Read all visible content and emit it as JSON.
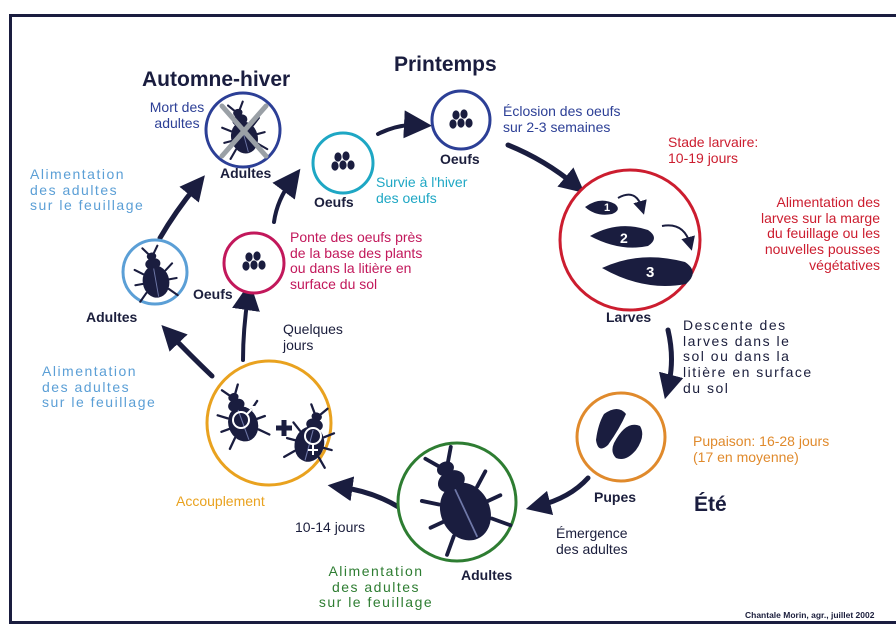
{
  "seasons": {
    "autumn_winter": "Automne-hiver",
    "spring": "Printemps",
    "summer": "Été"
  },
  "stages": {
    "adults_top": "Adultes",
    "eggs_winter": "Oeufs",
    "eggs_spring": "Oeufs",
    "eggs_laying": "Oeufs",
    "adults_left": "Adultes",
    "larvae": "Larves",
    "pupae": "Pupes",
    "adults_bottom": "Adultes"
  },
  "notes": {
    "adult_death": "Mort des\nadultes",
    "adult_feeding_top_left": "Alimentation\ndes adultes\nsur le feuillage",
    "adult_feeding_left": "Alimentation\ndes adultes\nsur le feuillage",
    "egg_winter_survival": "Survie à l'hiver\ndes oeufs",
    "egg_laying": "Ponte des oeufs près\nde la base des plants\nou dans  la litière en\nsurface du sol",
    "hatching": "Éclosion des oeufs\nsur 2-3 semaines",
    "larval_stage": "Stade larvaire:\n10-19 jours",
    "larval_feeding": "Alimentation des\nlarves sur la marge\ndu feuillage ou les\nnouvelles pousses\nvégétatives",
    "larval_descent": "Descente des\nlarves dans le\nsol ou dans la\nlitière en surface\ndu sol",
    "pupation": "Pupaison: 16-28 jours\n(17 en moyenne)",
    "emergence": "Émergence\ndes adultes",
    "mating_duration": "10-14 jours",
    "mating": "Accouplement",
    "few_days": "Quelques\njours",
    "adult_feeding_bottom": "Alimentation\ndes adultes\nsur le feuillage"
  },
  "credit": "Chantale Morin, agr., juillet 2002"
}
